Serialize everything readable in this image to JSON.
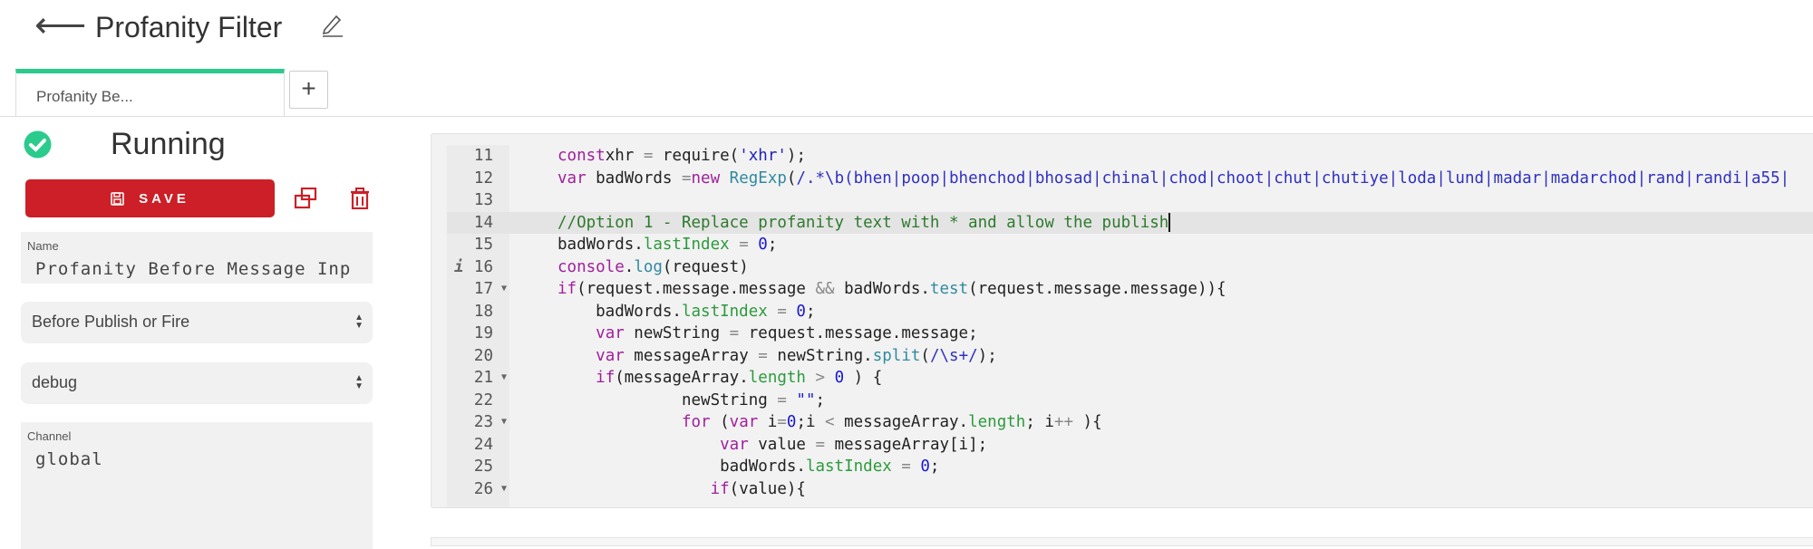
{
  "header": {
    "back_icon": "arrow-left-icon",
    "title": "Profanity Filter",
    "edit_icon": "pencil-icon"
  },
  "tabs": [
    {
      "label": "Profanity Be...",
      "active": true
    }
  ],
  "add_tab_label": "+",
  "status": {
    "label": "Running",
    "icon": "check-circle-icon",
    "color": "#2bcb8d"
  },
  "toolbar": {
    "save_label": "SAVE",
    "save_color": "#cc1f27",
    "copy_icon": "duplicate-icon",
    "delete_icon": "trash-icon"
  },
  "form": {
    "name_label": "Name",
    "name_value": "Profanity Before Message Inp",
    "event_select": "Before Publish or Fire",
    "log_level_select": "debug",
    "channel_label": "Channel",
    "channel_value": "global"
  },
  "editor": {
    "active_line": 14,
    "lines": [
      {
        "n": 11,
        "t": [
          [
            "kw",
            "const"
          ],
          [
            "",
            "xhr "
          ],
          [
            "op",
            "="
          ],
          [
            "",
            " require("
          ],
          [
            "st",
            "'xhr'"
          ],
          [
            "",
            ");"
          ]
        ]
      },
      {
        "n": 12,
        "t": [
          [
            "kw",
            "var"
          ],
          [
            "",
            " badWords "
          ],
          [
            "op",
            "="
          ],
          [
            "kw",
            "new"
          ],
          [
            "",
            " "
          ],
          [
            "fn",
            "RegExp"
          ],
          [
            "",
            "("
          ],
          [
            "re",
            "/.*\\b(bhen|poop|bhenchod|bhosad|chinal|chod|choot|chut|chutiye|loda|lund|madar|madarchod|rand|randi|a55|"
          ]
        ]
      },
      {
        "n": 13,
        "t": []
      },
      {
        "n": 14,
        "t": [
          [
            "cm",
            "//Option 1 - Replace profanity text with * and allow the publish"
          ]
        ],
        "cursor": true
      },
      {
        "n": 15,
        "t": [
          [
            "",
            "badWords."
          ],
          [
            "pr",
            "lastIndex"
          ],
          [
            "op",
            " = "
          ],
          [
            "nm",
            "0"
          ],
          [
            "",
            ";"
          ]
        ]
      },
      {
        "n": 16,
        "info": true,
        "t": [
          [
            "kw",
            "console"
          ],
          [
            "",
            "."
          ],
          [
            "fn",
            "log"
          ],
          [
            "",
            "(request)"
          ]
        ]
      },
      {
        "n": 17,
        "fold": true,
        "t": [
          [
            "kw",
            "if"
          ],
          [
            "",
            "(request.message.message "
          ],
          [
            "op",
            "&&"
          ],
          [
            "",
            " badWords."
          ],
          [
            "fn",
            "test"
          ],
          [
            "",
            "(request.message.message)){"
          ]
        ]
      },
      {
        "n": 18,
        "t": [
          [
            "",
            "    badWords."
          ],
          [
            "pr",
            "lastIndex"
          ],
          [
            "op",
            " = "
          ],
          [
            "nm",
            "0"
          ],
          [
            "",
            ";"
          ]
        ]
      },
      {
        "n": 19,
        "t": [
          [
            "",
            "    "
          ],
          [
            "kw",
            "var"
          ],
          [
            "",
            " newString "
          ],
          [
            "op",
            "="
          ],
          [
            "",
            " request.message.message;"
          ]
        ]
      },
      {
        "n": 20,
        "t": [
          [
            "",
            "    "
          ],
          [
            "kw",
            "var"
          ],
          [
            "",
            " messageArray "
          ],
          [
            "op",
            "="
          ],
          [
            "",
            " newString."
          ],
          [
            "fn",
            "split"
          ],
          [
            "",
            "("
          ],
          [
            "re",
            "/\\s+/"
          ],
          [
            "",
            ");"
          ]
        ]
      },
      {
        "n": 21,
        "fold": true,
        "t": [
          [
            "",
            "    "
          ],
          [
            "kw",
            "if"
          ],
          [
            "",
            "(messageArray."
          ],
          [
            "pr",
            "length"
          ],
          [
            "op",
            " > "
          ],
          [
            "nm",
            "0"
          ],
          [
            "",
            " ) {"
          ]
        ]
      },
      {
        "n": 22,
        "t": [
          [
            "",
            "             newString "
          ],
          [
            "op",
            "="
          ],
          [
            "",
            " "
          ],
          [
            "st",
            "\"\""
          ],
          [
            "",
            ";"
          ]
        ]
      },
      {
        "n": 23,
        "fold": true,
        "t": [
          [
            "",
            "             "
          ],
          [
            "kw",
            "for"
          ],
          [
            "",
            " ("
          ],
          [
            "kw",
            "var"
          ],
          [
            "",
            " i"
          ],
          [
            "op",
            "="
          ],
          [
            "nm",
            "0"
          ],
          [
            "",
            ";i "
          ],
          [
            "op",
            "<"
          ],
          [
            "",
            " messageArray."
          ],
          [
            "pr",
            "length"
          ],
          [
            "",
            "; i"
          ],
          [
            "op",
            "++"
          ],
          [
            "",
            " ){"
          ]
        ]
      },
      {
        "n": 24,
        "t": [
          [
            "",
            "                 "
          ],
          [
            "kw",
            "var"
          ],
          [
            "",
            " value "
          ],
          [
            "op",
            "="
          ],
          [
            "",
            " messageArray[i];"
          ]
        ]
      },
      {
        "n": 25,
        "t": [
          [
            "",
            "                 badWords."
          ],
          [
            "pr",
            "lastIndex"
          ],
          [
            "op",
            " = "
          ],
          [
            "nm",
            "0"
          ],
          [
            "",
            ";"
          ]
        ]
      },
      {
        "n": 26,
        "fold": true,
        "t": [
          [
            "",
            "                "
          ],
          [
            "kw",
            "if"
          ],
          [
            "",
            "(value){"
          ]
        ]
      }
    ]
  }
}
